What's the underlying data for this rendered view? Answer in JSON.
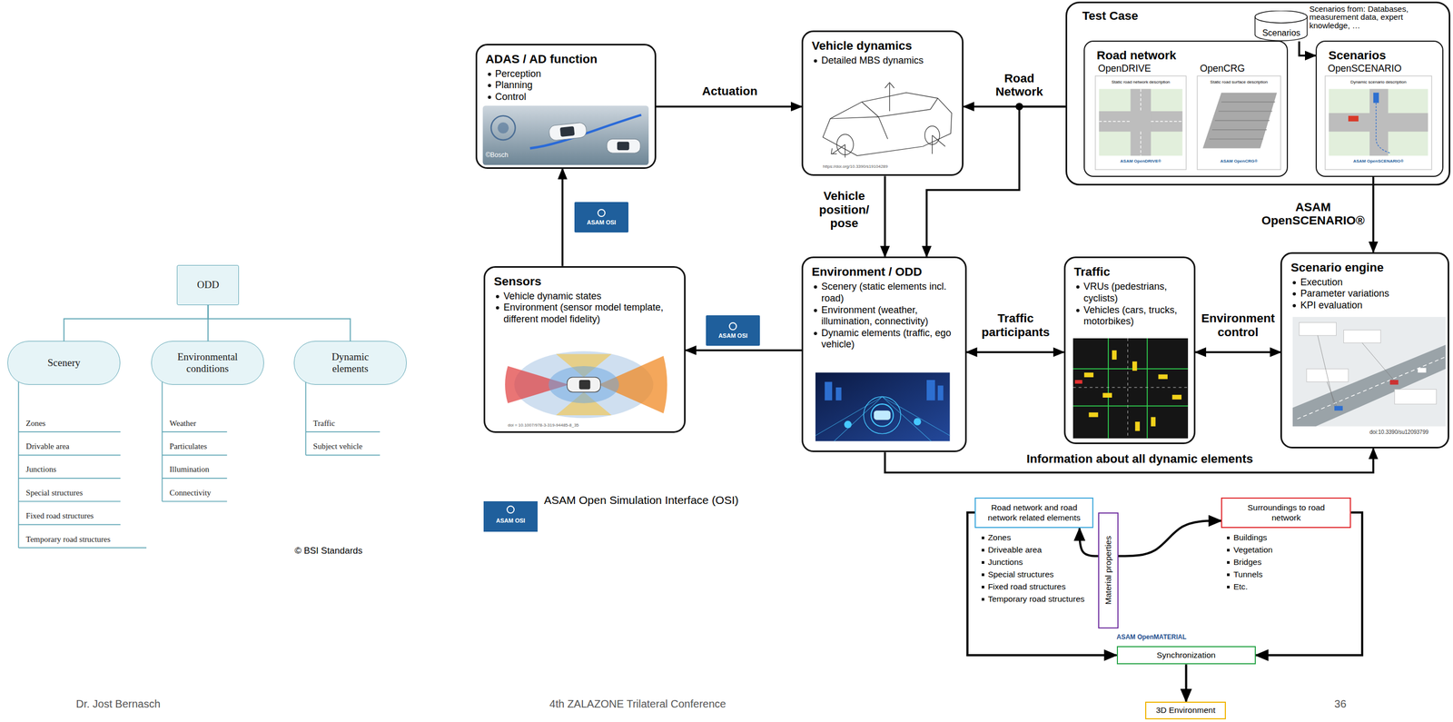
{
  "diagram": {
    "nodes": [
      {
        "text": [
          "ODD"
        ]
      },
      {
        "text": [
          "Scenery"
        ]
      },
      {
        "text": [
          "Environmental conditions"
        ]
      },
      {
        "text": [
          "Dynamic elements"
        ]
      },
      {
        "text": [
          "ADAS / AD function",
          "Perception",
          "Planning",
          "Control"
        ]
      },
      {
        "text": [
          "Vehicle dynamics",
          "Detailed MBS dynamics"
        ]
      },
      {
        "text": [
          "Test Case"
        ]
      },
      {
        "text": [
          "Scenarios"
        ],
        "in": 6
      },
      {
        "text": [
          "Road network",
          "OpenDRIVE",
          "OpenCRG"
        ],
        "in": 6
      },
      {
        "text": [
          "Scenarios",
          "OpenSCENARIO"
        ],
        "in": 6
      },
      {
        "text": [
          "ASAM OSI"
        ]
      },
      {
        "text": [
          "Sensors",
          "Vehicle dynamic states",
          "Environment (sensor model template, different model fidelity)"
        ]
      },
      {
        "text": [
          "ASAM OSI"
        ]
      },
      {
        "text": [
          "Environment / ODD",
          "Scenery (static elements incl. road)",
          "Environment (weather, illumination, connectivity)",
          "Dynamic elements (traffic, ego vehicle)"
        ]
      },
      {
        "text": [
          "Traffic",
          "VRUs (pedestrians, cyclists)",
          "Vehicles (cars, trucks, motorbikes)"
        ]
      },
      {
        "text": [
          "Scenario engine",
          "Execution",
          "Parameter variations",
          "KPI evaluation"
        ]
      },
      {
        "text": [
          "Road network and road network related elements"
        ]
      },
      {
        "text": [
          "Material properties"
        ]
      },
      {
        "text": [
          "Surroundings to road network"
        ]
      },
      {
        "text": [
          "Synchronization"
        ]
      },
      {
        "text": [
          "3D Environment"
        ]
      }
    ],
    "edges": [
      {
        "from": 0,
        "to": 1,
        "arrow": "none"
      },
      {
        "from": 0,
        "to": 2,
        "arrow": "none"
      },
      {
        "from": 0,
        "to": 3,
        "arrow": "none"
      },
      {
        "from": 4,
        "to": 5,
        "label": "Actuation",
        "arrow": "to"
      },
      {
        "from": 6,
        "to": 5,
        "label": "Road Network",
        "arrow": "to"
      },
      {
        "from": 6,
        "to": 13,
        "arrow": "to"
      },
      {
        "from": 7,
        "to": 9,
        "arrow": "to"
      },
      {
        "from": 5,
        "to": 13,
        "label": "Vehicle position/ pose",
        "arrow": "to"
      },
      {
        "from": 9,
        "to": 15,
        "label": "ASAM OpenSCENARIO®",
        "arrow": "to"
      },
      {
        "from": 13,
        "to": 11,
        "arrow": "to"
      },
      {
        "from": 11,
        "to": 4,
        "arrow": "to"
      },
      {
        "from": 13,
        "to": 14,
        "label": "Traffic participants",
        "arrow": "both"
      },
      {
        "from": 14,
        "to": 15,
        "label": "Environment control",
        "arrow": "both"
      },
      {
        "from": 13,
        "to": 15,
        "label": "Information about all dynamic elements",
        "arrow": "to"
      },
      {
        "from": 16,
        "to": 19,
        "arrow": "to"
      },
      {
        "from": 17,
        "to": 16,
        "arrow": "to"
      },
      {
        "from": 17,
        "to": 18,
        "arrow": "to"
      },
      {
        "from": 18,
        "to": 19,
        "arrow": "to"
      },
      {
        "from": 19,
        "to": 20,
        "arrow": "to"
      }
    ],
    "labels": [
      "Zones",
      "Drivable area",
      "Junctions",
      "Special structures",
      "Fixed road structures",
      "Temporary road structures",
      "Weather",
      "Particulates",
      "Illumination",
      "Connectivity",
      "Traffic",
      "Subject vehicle",
      "© BSI Standards",
      "©Bosch",
      "https://doi.org/10.3390/s19104289",
      "Scenarios from: Databases, measurement data, expert knowledge, …",
      "Static road network description",
      "ASAM OpenDRIVE®",
      "Static road surface description",
      "ASAM OpenCRG®",
      "Dynamic scenario description",
      "ASAM OpenSCENARIO®",
      "doi = 10.1007/978-3-319-94485-8_35",
      "doi:10.3390/su12093799",
      "ASAM OSI",
      "Zones",
      "Driveable area",
      "Junctions",
      "Special structures",
      "Fixed road structures",
      "Temporary road structures",
      "Buildings",
      "Vegetation",
      "Bridges",
      "Tunnels",
      "Etc.",
      "ASAM OpenMATERIAL",
      "Dr. Jost Bernasch",
      "4th ZALAZONE Trilateral Conference",
      "36"
    ],
    "legend": [
      {
        "text": "ASAM Open Simulation Interface (OSI)",
        "color": "#1f5f9c"
      }
    ]
  }
}
